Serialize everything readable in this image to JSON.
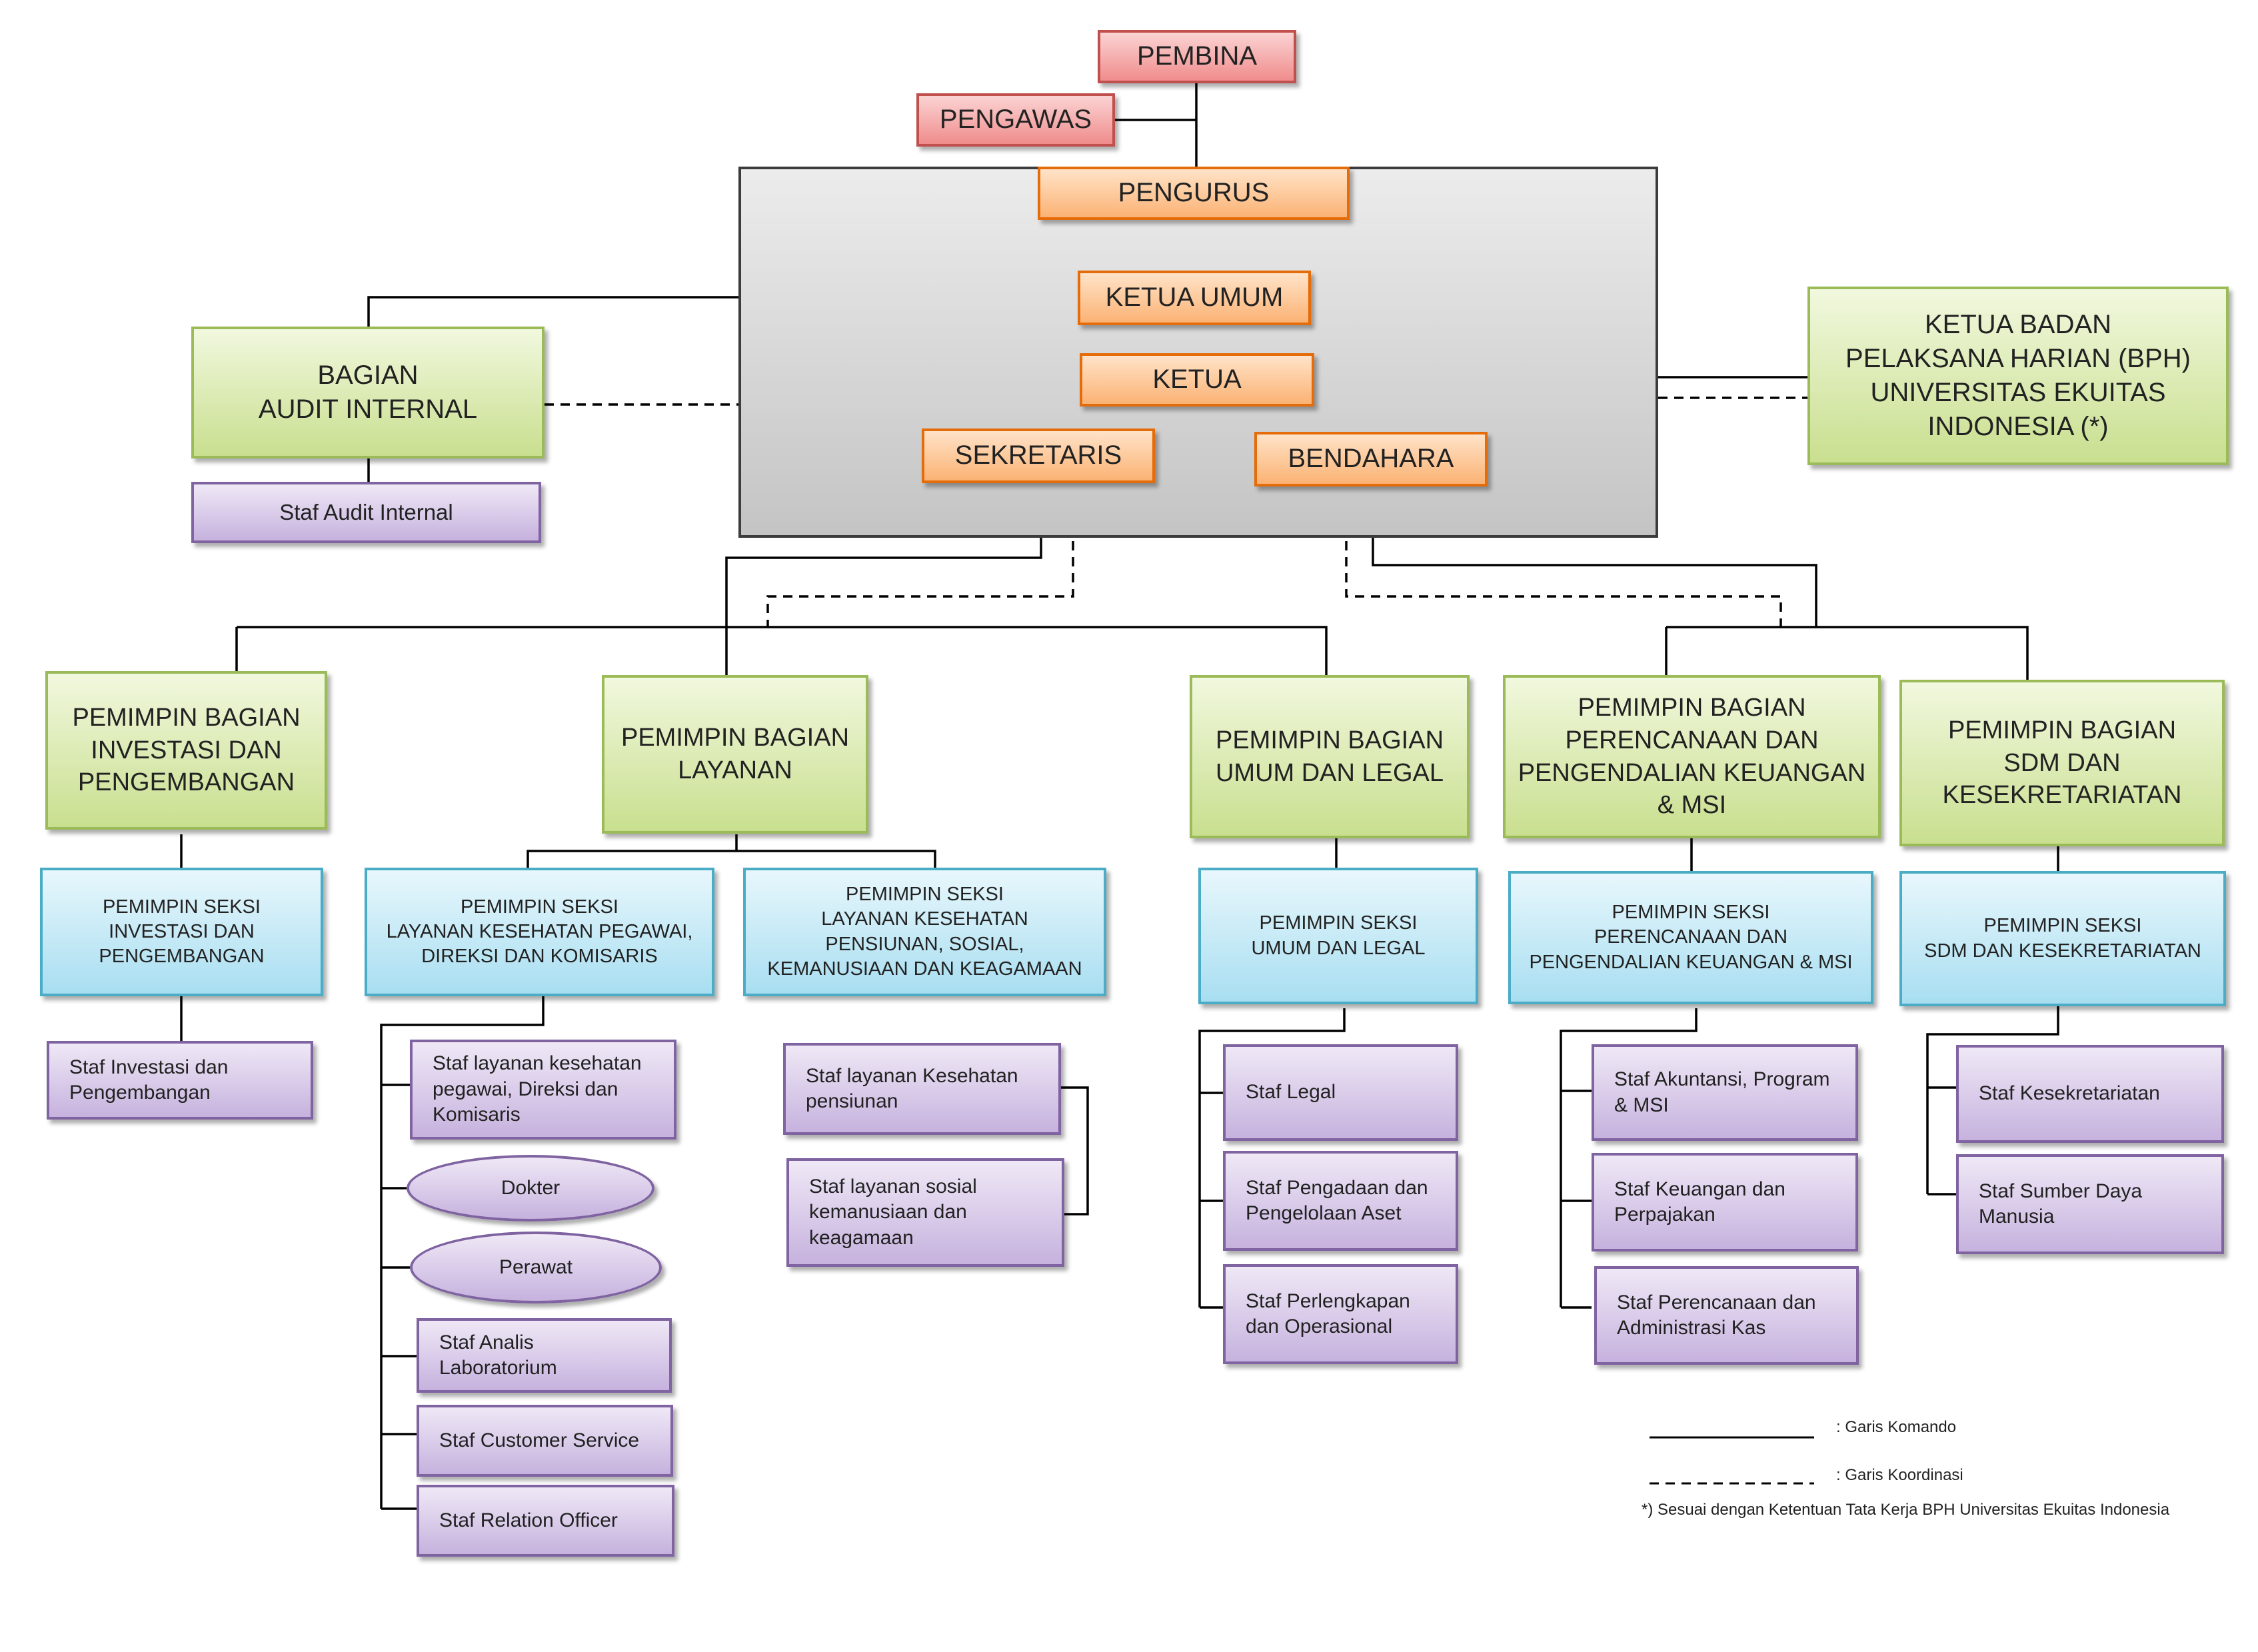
{
  "nodes": {
    "pembina": "PEMBINA",
    "pengawas": "PENGAWAS",
    "pengurus": "PENGURUS",
    "ketua_umum": "KETUA UMUM",
    "ketua": "KETUA",
    "sekretaris": "SEKRETARIS",
    "bendahara": "BENDAHARA",
    "audit_internal": "BAGIAN\nAUDIT INTERNAL",
    "staf_audit": "Staf Audit Internal",
    "ketua_bph": "KETUA BADAN\nPELAKSANA HARIAN (BPH)\nUNIVERSITAS EKUITAS\nINDONESIA (*)",
    "pb_investasi": "PEMIMPIN BAGIAN\nINVESTASI DAN\nPENGEMBANGAN",
    "pb_layanan": "PEMIMPIN BAGIAN\nLAYANAN",
    "pb_umum": "PEMIMPIN BAGIAN\nUMUM DAN LEGAL",
    "pb_perencanaan": "PEMIMPIN BAGIAN\nPERENCANAAN DAN\nPENGENDALIAN KEUANGAN\n& MSI",
    "pb_sdm": "PEMIMPIN BAGIAN\nSDM DAN\nKESEKRETARIATAN",
    "ps_investasi": "PEMIMPIN SEKSI\nINVESTASI DAN\nPENGEMBANGAN",
    "ps_layanan_pegawai": "PEMIMPIN SEKSI\nLAYANAN KESEHATAN PEGAWAI,\nDIREKSI DAN KOMISARIS",
    "ps_layanan_pensiun": "PEMIMPIN SEKSI\nLAYANAN KESEHATAN\nPENSIUNAN, SOSIAL,\nKEMANUSIAAN DAN KEAGAMAAN",
    "ps_umum": "PEMIMPIN SEKSI\nUMUM DAN LEGAL",
    "ps_perencanaan": "PEMIMPIN SEKSI\nPERENCANAAN DAN\nPENGENDALIAN KEUANGAN & MSI",
    "ps_sdm": "PEMIMPIN SEKSI\nSDM DAN KESEKRETARIATAN",
    "staf_investasi": "Staf Investasi dan\nPengembangan",
    "staf_layanan_kesehatan": "Staf layanan kesehatan\npegawai, Direksi dan\nKomisaris",
    "dokter": "Dokter",
    "perawat": "Perawat",
    "staf_analis": "Staf Analis\nLaboratorium",
    "staf_customer": "Staf Customer Service",
    "staf_relation": "Staf Relation Officer",
    "staf_pensiunan": "Staf layanan Kesehatan\npensiunan",
    "staf_sosial": "Staf layanan sosial\nkemanusiaan dan\nkeagamaan",
    "staf_legal": "Staf Legal",
    "staf_pengadaan": "Staf Pengadaan dan\nPengelolaan Aset",
    "staf_perlengkapan": "Staf Perlengkapan\ndan Operasional",
    "staf_akuntansi": "Staf Akuntansi, Program\n& MSI",
    "staf_keuangan": "Staf Keuangan dan\nPerpajakan",
    "staf_kas": "Staf Perencanaan dan\nAdministrasi Kas",
    "staf_kesekretariatan": "Staf Kesekretariatan",
    "staf_sdm": "Staf Sumber Daya\nManusia"
  },
  "legend": {
    "komando": ": Garis Komando",
    "koordinasi": ": Garis Koordinasi",
    "note": "*) Sesuai dengan Ketentuan Tata Kerja BPH Universitas Ekuitas Indonesia"
  },
  "colors": {
    "line": "#000000",
    "red_border": "#c0504d",
    "orange_border": "#e46c0a",
    "green_border": "#9bbb59",
    "blue_border": "#4bacc6",
    "purple_border": "#8064a2"
  }
}
